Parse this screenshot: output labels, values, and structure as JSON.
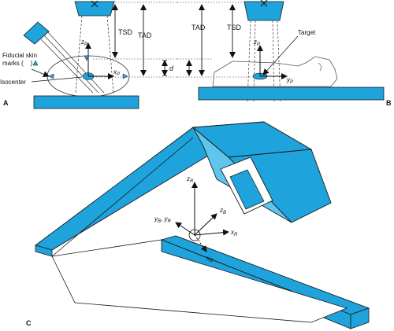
{
  "colors": {
    "fill_dark": "#1ea3dc",
    "fill_light": "#5ec5ec",
    "stroke": "#1a1a1a",
    "bg": "#ffffff"
  },
  "panels": {
    "a": "A",
    "b": "B",
    "c": "C"
  },
  "panel_a": {
    "fiducial_line1": "Fiducial skin",
    "fiducial_line2": "marks (",
    "fiducial_line2_end": ")",
    "isocenter": "Isocenter",
    "tsd": "TSD",
    "tad": "TAD",
    "d": "d",
    "zp": "z",
    "zp_sub": "P",
    "xp": "x",
    "xp_sub": "P"
  },
  "panel_b": {
    "tad": "TAD",
    "tsd": "TSD",
    "target": "Target",
    "zp": "z",
    "zp_sub": "P",
    "yp": "y",
    "yp_sub": "P"
  },
  "panel_c": {
    "zr": "z",
    "zr_sub": "R",
    "zb": "z",
    "zb_sub": "B",
    "yb": "y",
    "yb_sub": "B",
    "sep": ", ",
    "yr": "y",
    "yr_sub": "R",
    "xr": "x",
    "xr_sub": "R",
    "xb": "x",
    "xb_sub": "B"
  },
  "icons": [
    "cross-mark",
    "triangle-marker",
    "arrowhead"
  ]
}
